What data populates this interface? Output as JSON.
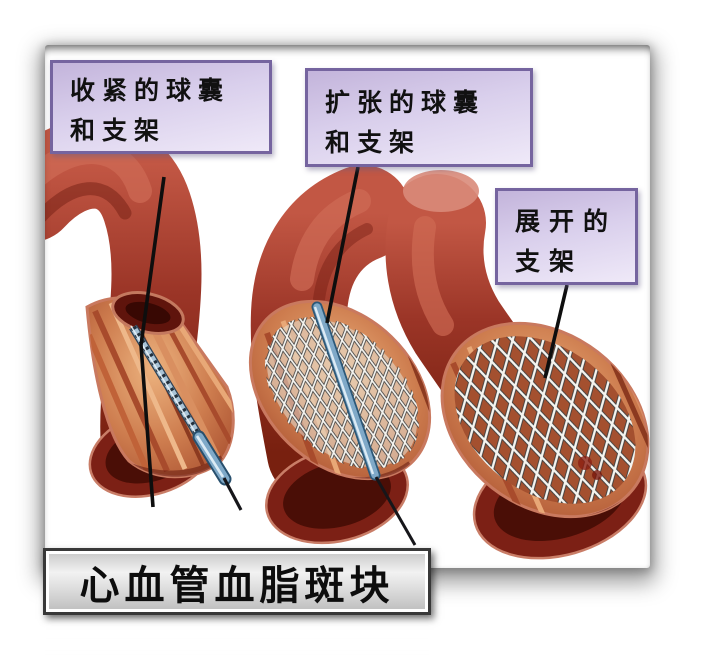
{
  "labels": {
    "compressed": {
      "line1": "收紧的球囊",
      "line2": "和支架"
    },
    "expanded": {
      "line1": "扩张的球囊",
      "line2": "和支架"
    },
    "deployed": {
      "line1": "展开的",
      "line2": "支架"
    },
    "banner": {
      "text": "心血管血脂斑块"
    }
  },
  "colors": {
    "label_box_fill": "#d9cfec",
    "label_box_border": "#75649f",
    "artery_red": "#9b3527",
    "artery_dark": "#6d1a10",
    "plaque_orange": "#d28a58",
    "cut_wall_pink": "#c9795f",
    "stent_mesh_white": "#f5f4ef",
    "catheter_blue": "#7fa9c8",
    "pointer_line": "#0e0e0e",
    "banner_fill": "#e0e0e0",
    "banner_border": "#383838"
  }
}
